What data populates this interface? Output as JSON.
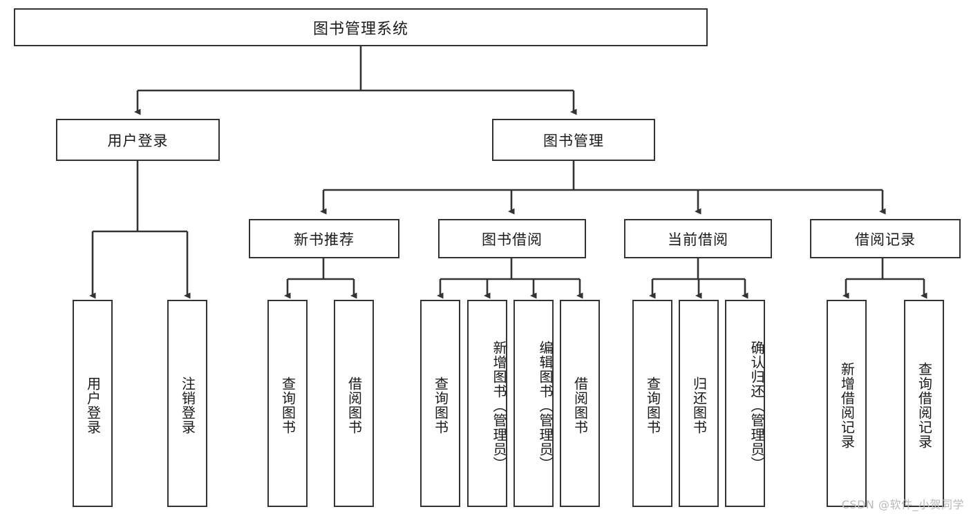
{
  "diagram": {
    "title": "图书管理系统",
    "watermark": "CSDN @软件_小贺同学",
    "type": "tree",
    "colors": {
      "box_border": "#333333",
      "box_fill": "#ffffff",
      "connector": "#333333",
      "text": "#1a1a1a",
      "watermark": "#b9b9b9"
    },
    "root": {
      "label": "图书管理系统"
    },
    "level2": [
      {
        "label": "用户登录"
      },
      {
        "label": "图书管理"
      }
    ],
    "level3": [
      {
        "label": "新书推荐"
      },
      {
        "label": "图书借阅"
      },
      {
        "label": "当前借阅"
      },
      {
        "label": "借阅记录"
      }
    ],
    "leaves": {
      "user_login": [
        {
          "label": "用户登录"
        },
        {
          "label": "注销登录"
        }
      ],
      "new_book_recommend": [
        {
          "label": "查询图书"
        },
        {
          "label": "借阅图书"
        }
      ],
      "book_borrow": [
        {
          "label": "查询图书"
        },
        {
          "label": "新增图书（管理员）"
        },
        {
          "label": "编辑图书（管理员）"
        },
        {
          "label": "借阅图书"
        }
      ],
      "current_borrow": [
        {
          "label": "查询图书"
        },
        {
          "label": "归还图书"
        },
        {
          "label": "确认归还（管理员）"
        }
      ],
      "borrow_records": [
        {
          "label": "新增借阅记录"
        },
        {
          "label": "查询借阅记录"
        }
      ]
    }
  }
}
